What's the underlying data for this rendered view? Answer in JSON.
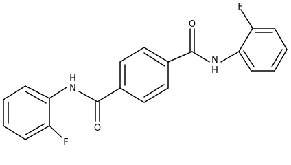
{
  "atoms": {
    "fluorine_top": "F",
    "oxygen_top": "O",
    "nitrogen_right": "N",
    "hydrogen_right": "H",
    "nitrogen_left": "N",
    "hydrogen_left": "H",
    "oxygen_bottom": "O",
    "fluorine_bottom": "F"
  },
  "colors": {
    "bond": "#000000",
    "text": "#000000",
    "background": "#ffffff"
  }
}
